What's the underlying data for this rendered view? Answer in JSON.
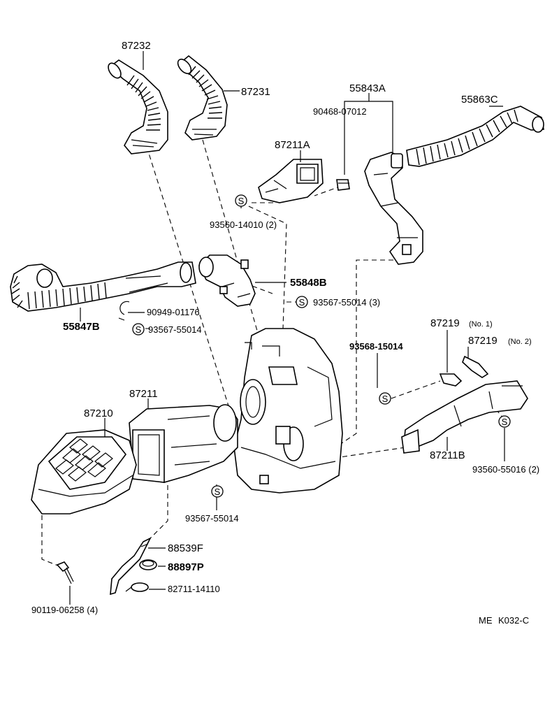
{
  "labels": {
    "p87232": "87232",
    "p87231": "87231",
    "p55843A": "55843A",
    "p90468": "90468-07012",
    "p55863C": "55863C",
    "p87211A": "87211A",
    "p93560_14010": "93560-14010 (2)",
    "p55848B": "55848B",
    "p93567_55014_3": "93567-55014 (3)",
    "p55847B": "55847B",
    "p90949": "90949-01176",
    "p93567_55014_a": "93567-55014",
    "p93568": "93568-15014",
    "p87219_1": "87219",
    "p87219_1_note": "(No. 1)",
    "p87219_2": "87219",
    "p87219_2_note": "(No. 2)",
    "p87211": "87211",
    "p87210": "87210",
    "p87211B": "87211B",
    "p93560_55016": "93560-55016 (2)",
    "p93567_55014_b": "93567-55014",
    "p88539F": "88539F",
    "p88897P": "88897P",
    "p82711": "82711-14110",
    "p90119": "90119-06258 (4)",
    "code_me": "ME",
    "code_k": "K032-C"
  },
  "symbol": "S"
}
